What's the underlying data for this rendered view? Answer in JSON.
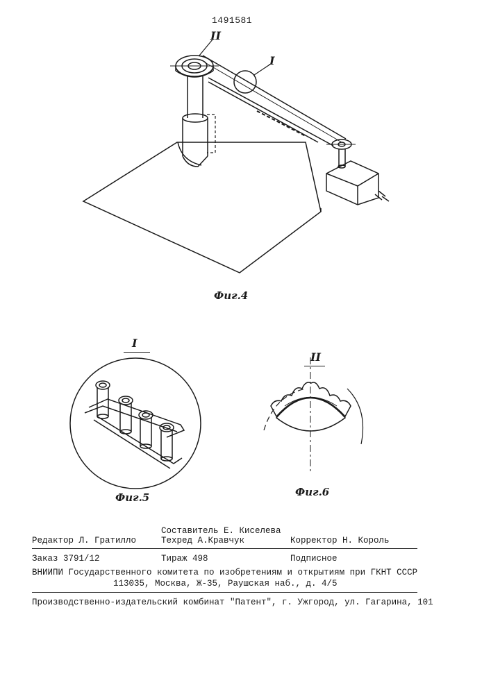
{
  "document": {
    "patent_number": "1491581",
    "fig4": {
      "caption": "Фиг.4",
      "label_I": "I",
      "label_II": "II"
    },
    "fig5": {
      "caption": "Фиг.5",
      "title": "I"
    },
    "fig6": {
      "caption": "Фиг.6",
      "title": "II"
    }
  },
  "imprint": {
    "composer": "Составитель Е. Киселева",
    "editor": "Редактор Л. Гратилло",
    "techred": "Техред А.Кравчук",
    "corrector": "Корректор Н. Король",
    "order": "Заказ 3791/12",
    "circulation": "Тираж 498",
    "subscription": "Подписное",
    "institute_line1": "ВНИИПИ Государственного комитета по изобретениям и открытиям при ГКНТ СССР",
    "institute_line2": "113035, Москва, Ж-35, Раушская наб., д. 4/5",
    "publisher": "Производственно-издательский комбинат \"Патент\", г. Ужгород, ул. Гагарина, 101"
  }
}
